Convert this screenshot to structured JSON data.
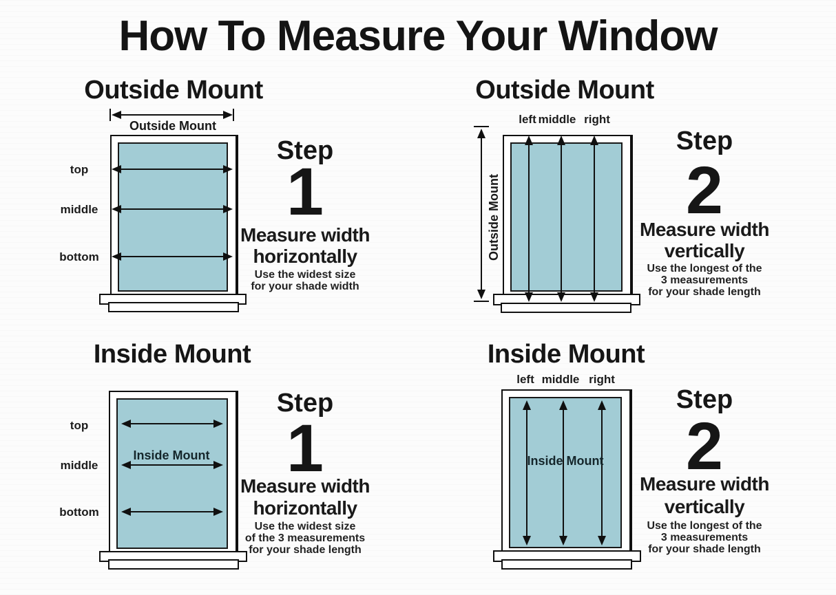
{
  "title": "How To Measure Your Window",
  "colors": {
    "pane_fill": "#a2ccd5",
    "line": "#101010",
    "text": "#191917",
    "frame_fill": "#ffffff"
  },
  "sections": [
    {
      "id": "outside-mount-width",
      "heading": "Outside Mount",
      "diagram": {
        "measure_arrow_label": "Outside Mount",
        "row_labels": [
          "top",
          "middle",
          "bottom"
        ]
      },
      "step": {
        "word": "Step",
        "number": "1",
        "line1": "Measure width",
        "line2": "horizontally",
        "notes": [
          "Use the widest size",
          "for your shade width"
        ]
      }
    },
    {
      "id": "outside-mount-length",
      "heading": "Outside Mount",
      "diagram": {
        "measure_arrow_label": "Outside Mount",
        "col_labels": [
          "left",
          "middle",
          "right"
        ]
      },
      "step": {
        "word": "Step",
        "number": "2",
        "line1": "Measure width",
        "line2": "vertically",
        "notes": [
          "Use the longest of the",
          "3 measurements",
          "for your shade length"
        ]
      }
    },
    {
      "id": "inside-mount-width",
      "heading": "Inside Mount",
      "diagram": {
        "inner_label": "Inside Mount",
        "row_labels": [
          "top",
          "middle",
          "bottom"
        ]
      },
      "step": {
        "word": "Step",
        "number": "1",
        "line1": "Measure width",
        "line2": "horizontally",
        "notes": [
          "Use the widest size",
          "of the 3 measurements",
          "for your shade length"
        ]
      }
    },
    {
      "id": "inside-mount-length",
      "heading": "Inside Mount",
      "diagram": {
        "inner_label": "Inside Mount",
        "col_labels": [
          "left",
          "middle",
          "right"
        ]
      },
      "step": {
        "word": "Step",
        "number": "2",
        "line1": "Measure width",
        "line2": "vertically",
        "notes": [
          "Use the longest of the",
          "3 measurements",
          "for your shade length"
        ]
      }
    }
  ]
}
